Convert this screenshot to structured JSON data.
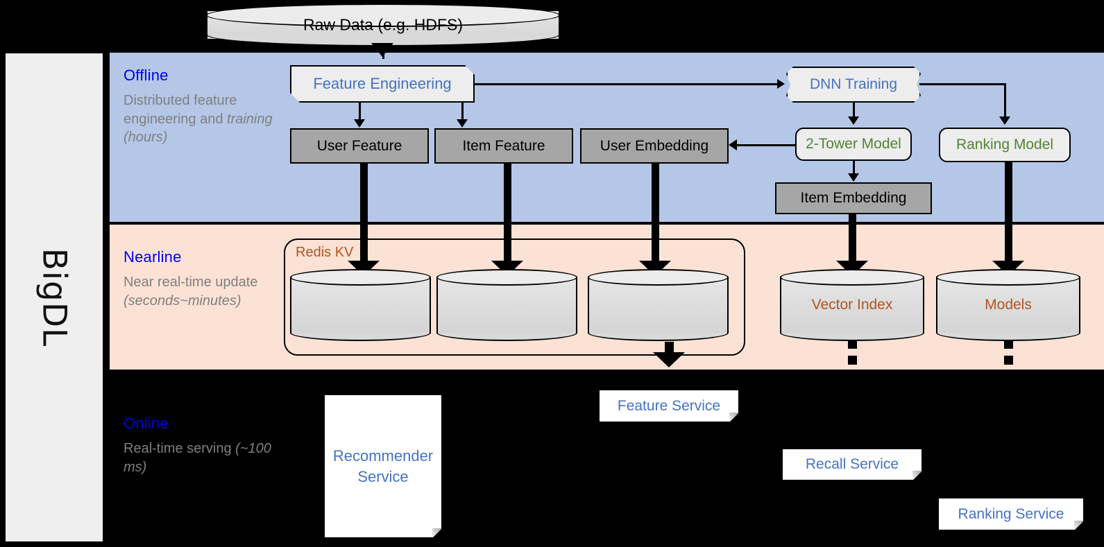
{
  "sidebar": {
    "label": "BigDL"
  },
  "source": {
    "raw_data_label": "Raw Data (e.g. HDFS)"
  },
  "bands": {
    "offline": {
      "title": "Offline",
      "subtitle": "Distributed feature engineering and ",
      "subtitle_em": "training (hours)",
      "bg": "#b4c7e7"
    },
    "nearline": {
      "title": "Nearline",
      "subtitle": "Near real-time update ",
      "subtitle_em": "(seconds~minutes)",
      "bg": "#fbe2d5"
    },
    "online": {
      "title": "Online",
      "subtitle": "Real-time serving ",
      "subtitle_em": "(~100 ms)",
      "bg": "#000000"
    }
  },
  "offline": {
    "feature_engineering": "Feature Engineering",
    "dnn_training": "DNN Training",
    "user_feature": "User Feature",
    "item_feature": "Item Feature",
    "user_embedding": "User Embedding",
    "two_tower_model": "2-Tower Model",
    "ranking_model": "Ranking Model",
    "item_embedding": "Item Embedding"
  },
  "nearline": {
    "redis_group_label": "Redis KV",
    "stores": [
      {
        "label": ""
      },
      {
        "label": ""
      },
      {
        "label": ""
      }
    ],
    "vector_index": "Vector Index",
    "models": "Models"
  },
  "online": {
    "recommender_service": "Recommender Service",
    "feature_service": "Feature Service",
    "recall_service": "Recall Service",
    "ranking_service": "Ranking Service"
  },
  "colors": {
    "accent_blue": "#0000ee",
    "link_blue": "#4472c4",
    "model_green": "#548235",
    "store_orange": "#b4541e",
    "grey_box": "#a6a6a6",
    "offline_bg": "#b4c7e7",
    "nearline_bg": "#fbe2d5"
  }
}
